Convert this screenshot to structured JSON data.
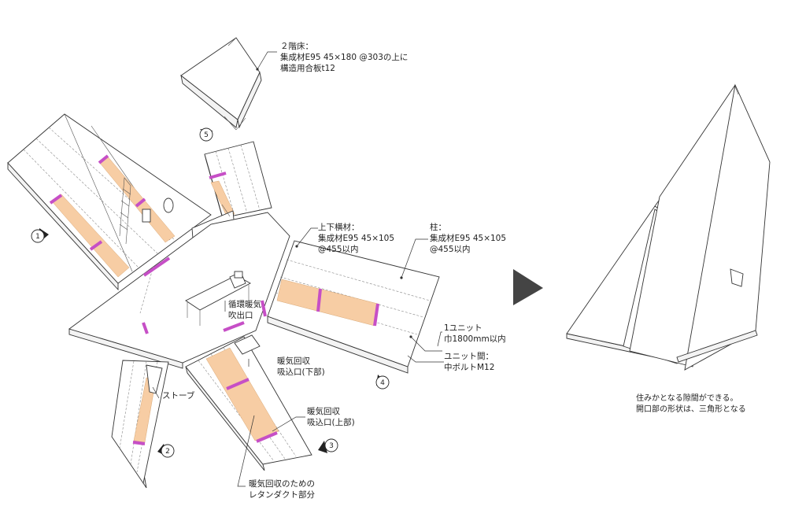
{
  "labels": {
    "floor2": [
      "２階床：",
      "集成材E95 45×180 @303の上に",
      "構造用合板t12"
    ],
    "beam": [
      "上下横材：",
      "集成材E95 45×105",
      "@455以内"
    ],
    "column": [
      "柱：",
      "集成材E95 45×105",
      "@455以内"
    ],
    "unit_width": [
      "1ユニット",
      "巾1800mm以内"
    ],
    "unit_joint": [
      "ユニット間：",
      "中ボルトM12"
    ],
    "heat_outlet": [
      "循環暖気",
      "吹出口"
    ],
    "heat_intake_low": [
      "暖気回収",
      "吸込口(下部)"
    ],
    "heat_intake_high": [
      "暖気回収",
      "吸込口(上部)"
    ],
    "stove": "ストーブ",
    "return_duct": [
      "暖気回収のための",
      "レタンダクト部分"
    ],
    "caption": [
      "住みかとなる隙間ができる。",
      "開口部の形状は、三角形となる"
    ]
  },
  "unit_numbers": [
    "1",
    "2",
    "3",
    "4",
    "5"
  ],
  "colors": {
    "line": "#333333",
    "fill_orange": "#f7cda4",
    "magenta": "#c64fc6",
    "arrow": "#444444"
  }
}
